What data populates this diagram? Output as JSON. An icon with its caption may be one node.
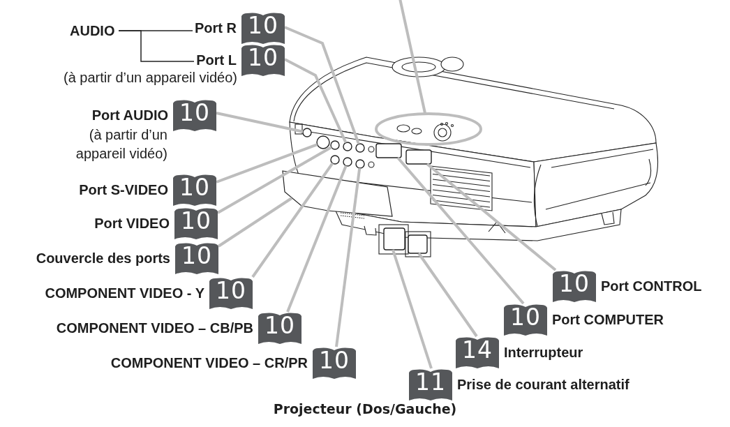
{
  "diagram": {
    "caption": "Projecteur (Dos/Gauche)",
    "nodes": [
      {
        "text": [
          "AUDIO"
        ]
      },
      {
        "text": [
          "Port R",
          "10"
        ]
      },
      {
        "text": [
          "Port L",
          "10"
        ],
        "beside": [
          "(à partir d’un appareil vidéo)"
        ]
      },
      {
        "text": [
          "Port AUDIO",
          "10"
        ],
        "beside": [
          "(à partir d’un appareil vidéo)"
        ]
      },
      {
        "text": [
          "Port S-VIDEO",
          "10"
        ]
      },
      {
        "text": [
          "Port VIDEO",
          "10"
        ]
      },
      {
        "text": [
          "Couvercle des ports",
          "10"
        ]
      },
      {
        "text": [
          "COMPONENT VIDEO - Y",
          "10"
        ]
      },
      {
        "text": [
          "COMPONENT VIDEO – CB/PB",
          "10"
        ]
      },
      {
        "text": [
          "COMPONENT VIDEO – CR/PR",
          "10"
        ]
      },
      {
        "text": [
          "10",
          "Port CONTROL"
        ]
      },
      {
        "text": [
          "10",
          "Port COMPUTER"
        ]
      },
      {
        "text": [
          "14",
          "Interrupteur"
        ]
      },
      {
        "text": [
          "11",
          "Prise de courant alternatif"
        ]
      },
      {
        "text": [],
        "shape": "ellipse"
      },
      {
        "text": [],
        "shape": "circle"
      },
      {
        "text": [],
        "shape": "circle"
      },
      {
        "text": [],
        "shape": "circle"
      },
      {
        "text": [],
        "shape": "circle"
      },
      {
        "text": [],
        "shape": "circle"
      },
      {
        "text": [],
        "shape": "box"
      },
      {
        "text": [],
        "shape": "circle"
      },
      {
        "text": [],
        "shape": "circle"
      },
      {
        "text": [],
        "shape": "circle"
      },
      {
        "text": [],
        "shape": "box"
      },
      {
        "text": [],
        "shape": "box"
      },
      {
        "text": [],
        "shape": "box"
      },
      {
        "text": [],
        "shape": "box"
      }
    ],
    "edges": [
      {
        "from": 0,
        "to": 1,
        "arrow": "none",
        "color": "#222222"
      },
      {
        "from": 0,
        "to": 2,
        "arrow": "none",
        "color": "#222222"
      },
      {
        "from": null,
        "to": 14,
        "arrow": "none"
      },
      {
        "from": 1,
        "to": 15,
        "arrow": "none"
      },
      {
        "from": 2,
        "to": 16,
        "arrow": "none"
      },
      {
        "from": 3,
        "to": 17,
        "arrow": "none"
      },
      {
        "from": 4,
        "to": 18,
        "arrow": "none"
      },
      {
        "from": 5,
        "to": 19,
        "arrow": "none"
      },
      {
        "from": 6,
        "to": 20,
        "arrow": "none"
      },
      {
        "from": 7,
        "to": 21,
        "arrow": "none"
      },
      {
        "from": 8,
        "to": 22,
        "arrow": "none"
      },
      {
        "from": 9,
        "to": 23,
        "arrow": "none"
      },
      {
        "from": 10,
        "to": 24,
        "arrow": "none"
      },
      {
        "from": 11,
        "to": 25,
        "arrow": "none"
      },
      {
        "from": 12,
        "to": 26,
        "arrow": "none"
      },
      {
        "from": 13,
        "to": 27,
        "arrow": "none"
      }
    ]
  }
}
